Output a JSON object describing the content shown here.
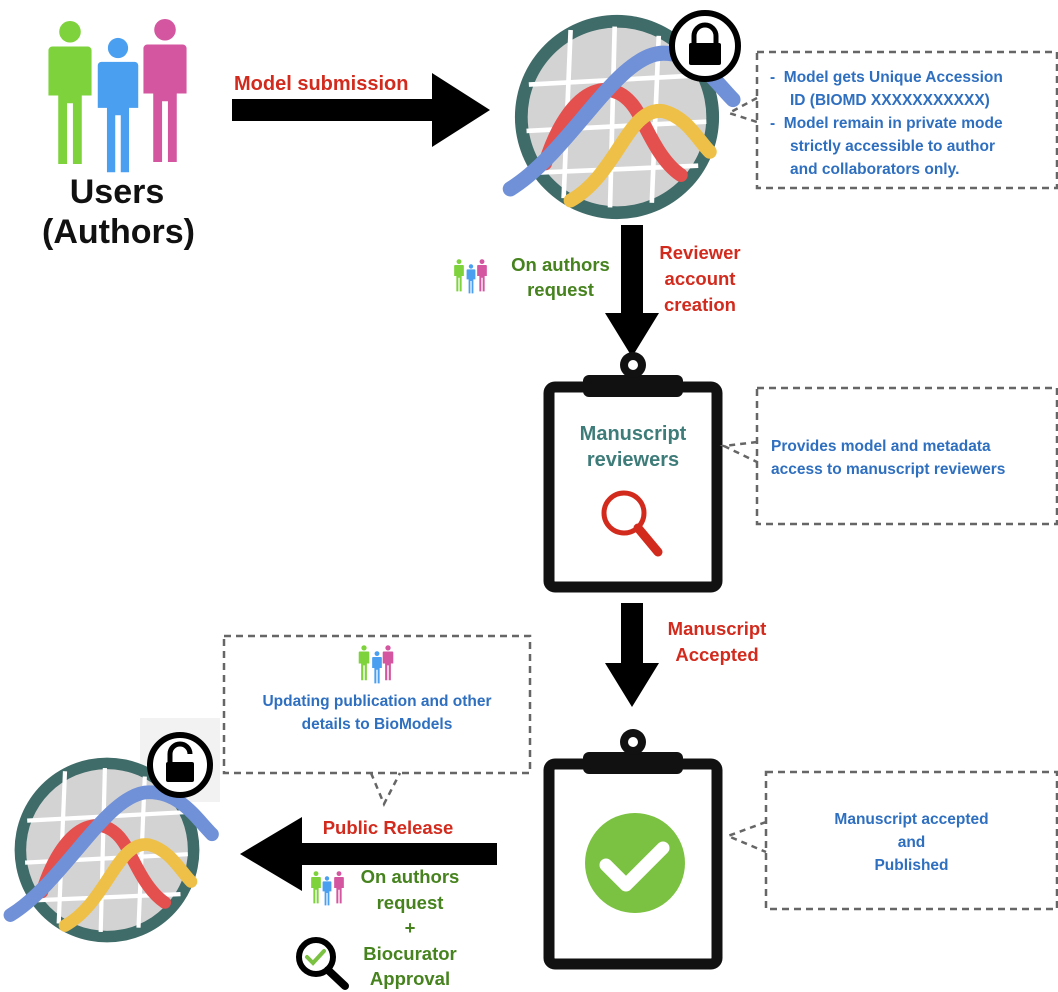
{
  "users": {
    "title_line1": "Users",
    "title_line2": "(Authors)"
  },
  "step1": {
    "arrow_label": "Model submission",
    "callout_lines": [
      "Model gets Unique Accession",
      "ID (BIOMD XXXXXXXXXXX)",
      "Model remain in private mode",
      "strictly accessible to author",
      "and collaborators only."
    ],
    "bullet": "-"
  },
  "step2": {
    "left_label_line1": "On authors",
    "left_label_line2": "request",
    "right_label_line1": "Reviewer",
    "right_label_line2": "account",
    "right_label_line3": "creation",
    "clipboard_title_line1": "Manuscript",
    "clipboard_title_line2": "reviewers",
    "callout_line1": "Provides model and metadata",
    "callout_line2": "access to manuscript reviewers"
  },
  "step3": {
    "arrow_label_line1": "Manuscript",
    "arrow_label_line2": "Accepted",
    "callout_line1": "Manuscript accepted",
    "callout_line2": "and",
    "callout_line3": "Published"
  },
  "step4": {
    "arrow_label": "Public Release",
    "cond_line1": "On authors",
    "cond_line2": "request",
    "cond_plus": "+",
    "cond_line3": "Biocurator",
    "cond_line4": "Approval",
    "callout_line1": "Updating publication and other",
    "callout_line2": "details to BioModels"
  },
  "colors": {
    "red": "#d22b1e",
    "green": "#46831e",
    "blue": "#2f6fc0",
    "teal": "#3e7c7a",
    "person_green": "#7ed23b",
    "person_blue": "#4a9ff0",
    "person_pink": "#d455a0",
    "check_green": "#7cc242"
  }
}
